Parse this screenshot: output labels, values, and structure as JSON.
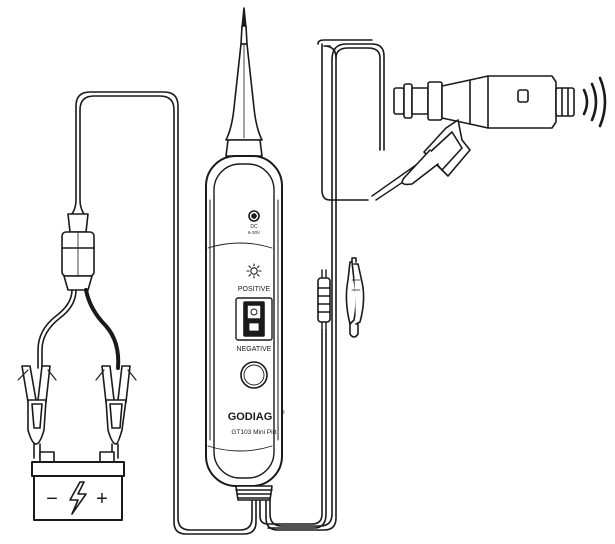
{
  "device": {
    "dc_line1": "DC",
    "dc_line2": "6-30V",
    "positive_label": "POSITIVE",
    "negative_label": "NEGATIVE",
    "brand": "GODIAG",
    "registered_mark": "®",
    "model": "GT103 Mini Pirt"
  },
  "battery": {
    "minus_symbol": "−",
    "plus_symbol": "+"
  },
  "colors": {
    "outline": "#1a1a1a",
    "body_fill": "#ffffff",
    "panel_fill": "#f4f4f4",
    "battery_fill": "#ffffff"
  }
}
